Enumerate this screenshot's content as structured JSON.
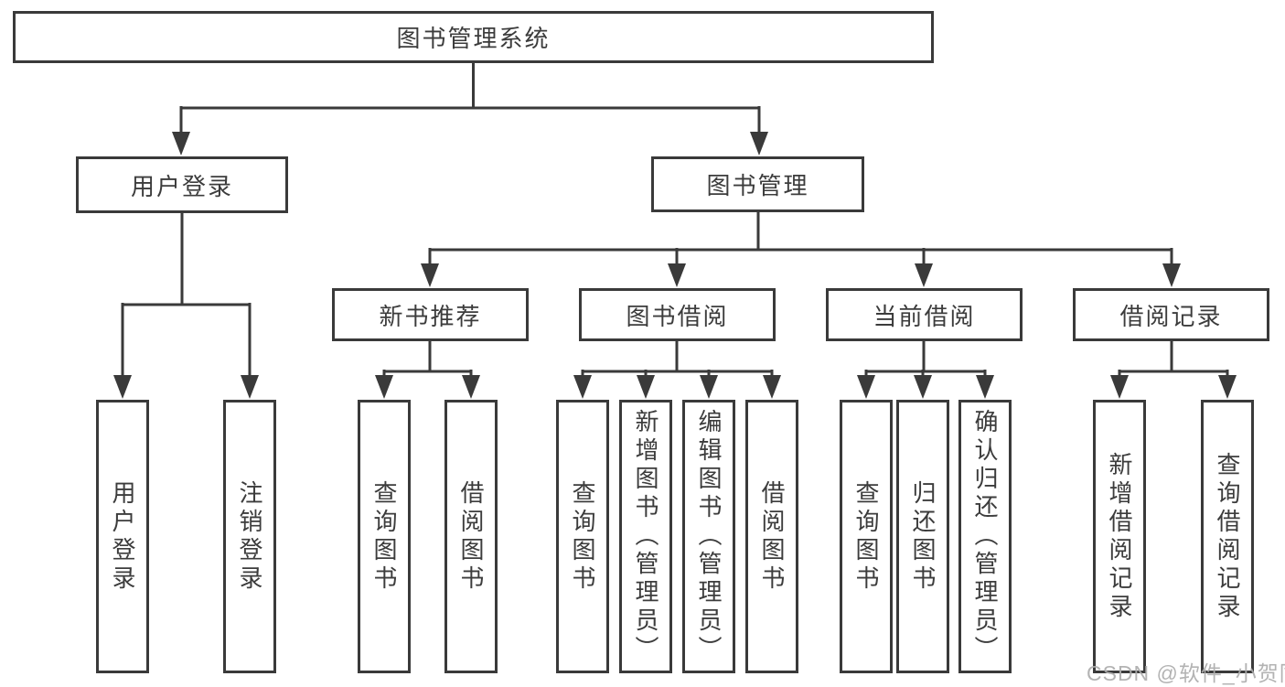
{
  "tree": {
    "root": {
      "label": "图书管理系统",
      "children": [
        {
          "label": "用户登录",
          "children": [
            {
              "label": "用户登录"
            },
            {
              "label": "注销登录"
            }
          ]
        },
        {
          "label": "图书管理",
          "children": [
            {
              "label": "新书推荐",
              "children": [
                {
                  "label": "查询图书"
                },
                {
                  "label": "借阅图书"
                }
              ]
            },
            {
              "label": "图书借阅",
              "children": [
                {
                  "label": "查询图书"
                },
                {
                  "label": "新增图书（管理员）"
                },
                {
                  "label": "编辑图书（管理员）"
                },
                {
                  "label": "借阅图书"
                }
              ]
            },
            {
              "label": "当前借阅",
              "children": [
                {
                  "label": "查询图书"
                },
                {
                  "label": "归还图书"
                },
                {
                  "label": "确认归还（管理员）"
                }
              ]
            },
            {
              "label": "借阅记录",
              "children": [
                {
                  "label": "新增借阅记录"
                },
                {
                  "label": "查询借阅记录"
                }
              ]
            }
          ]
        }
      ]
    }
  },
  "watermark": {
    "text": "CSDN @软件_小贺同学"
  },
  "colors": {
    "line": "#3a3a3a",
    "text": "#3c3c3c",
    "background": "#ffffff",
    "watermark": "#acacac"
  }
}
